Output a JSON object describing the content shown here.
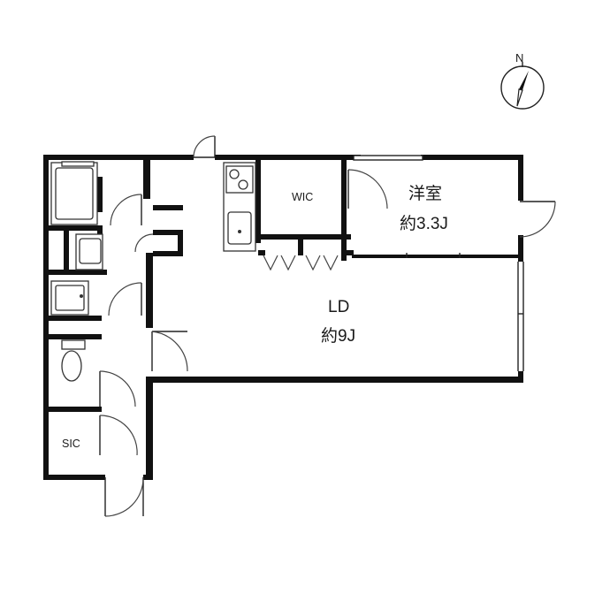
{
  "rooms": {
    "western_room_name": "洋室",
    "western_room_size": "約3.3J",
    "ld_name": "LD",
    "ld_size": "約9J",
    "wic": "WIC",
    "sic": "SIC"
  },
  "compass": {
    "north_label": "N"
  },
  "colors": {
    "wall": "#111111",
    "line": "#222222",
    "background": "#ffffff"
  }
}
